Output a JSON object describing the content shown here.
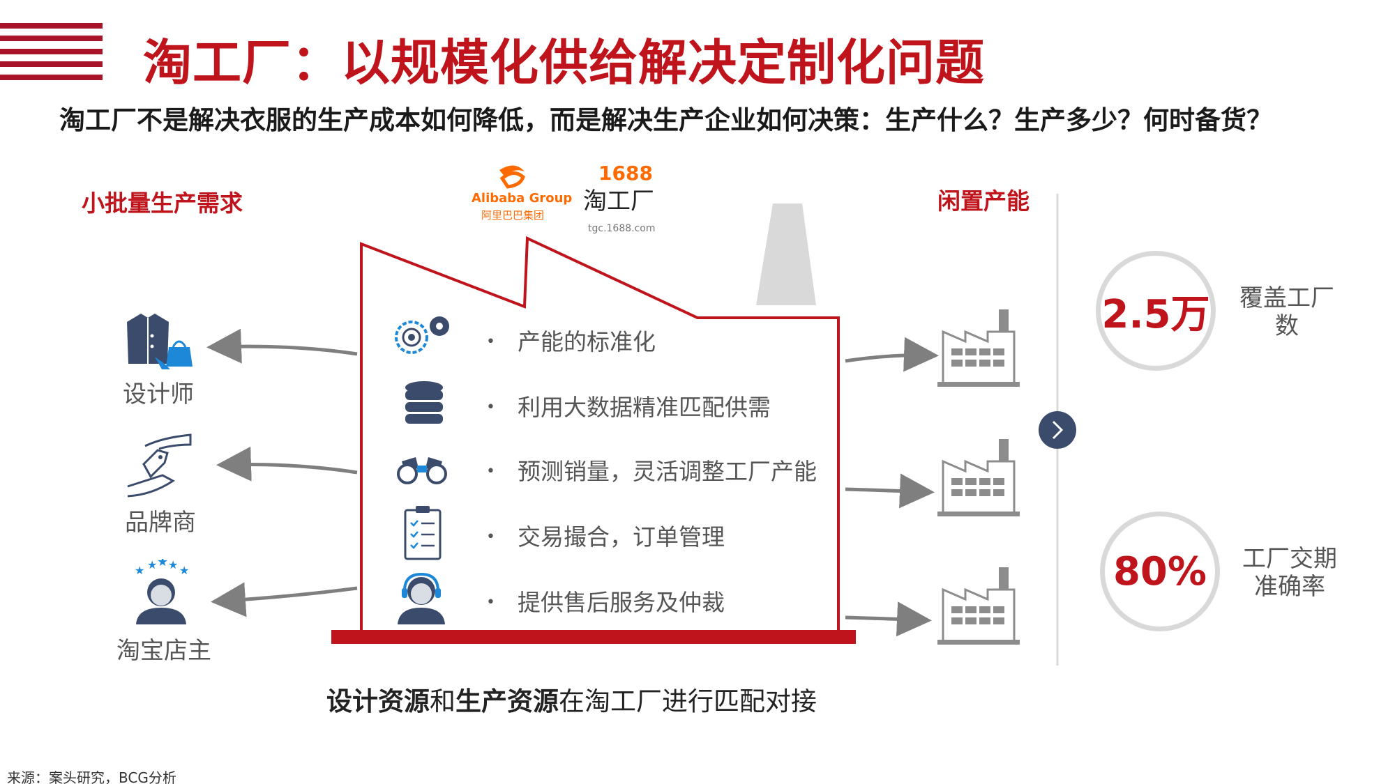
{
  "header": {
    "title": "淘工厂：以规模化供给解决定制化问题",
    "subtitle": "淘工厂不是解决衣服的生产成本如何降低，而是解决生产企业如何决策：生产什么？生产多少？何时备货？"
  },
  "logo": {
    "alibaba_en": "Alibaba Group",
    "alibaba_cn": "阿里巴巴集团",
    "brand_num": "1688",
    "brand_name": "淘工厂",
    "url": "tgc.1688.com"
  },
  "left": {
    "heading": "小批量生产需求",
    "items": [
      {
        "label": "设计师",
        "icon": "designer-clothing-icon"
      },
      {
        "label": "品牌商",
        "icon": "brand-handshake-tag-icon"
      },
      {
        "label": "淘宝店主",
        "icon": "shop-owner-person-icon"
      }
    ]
  },
  "center": {
    "items": [
      {
        "text": "产能的标准化",
        "icon": "gears-icon"
      },
      {
        "text": "利用大数据精准匹配供需",
        "icon": "database-icon"
      },
      {
        "text": "预测销量，灵活调整工厂产能",
        "icon": "binoculars-icon"
      },
      {
        "text": "交易撮合，订单管理",
        "icon": "clipboard-checklist-icon"
      },
      {
        "text": "提供售后服务及仲裁",
        "icon": "headset-support-icon"
      }
    ]
  },
  "right": {
    "heading": "闲置产能",
    "factory_icon": "factory-icon",
    "next_icon": "chevron-right-icon"
  },
  "stats": [
    {
      "value": "2.5万",
      "label_line1": "覆盖工厂",
      "label_line2": "数"
    },
    {
      "value": "80%",
      "label_line1": "工厂交期",
      "label_line2": "准确率"
    }
  ],
  "bottom": {
    "part1": "设计资源",
    "part2": "和",
    "part3": "生产资源",
    "part4": "在淘工厂进行匹配对接"
  },
  "source": "来源：案头研究，BCG分析",
  "colors": {
    "accent": "#c0141c",
    "stripe": "#a8142a",
    "gray": "#d9d9d9",
    "navy": "#3b4b6b"
  }
}
